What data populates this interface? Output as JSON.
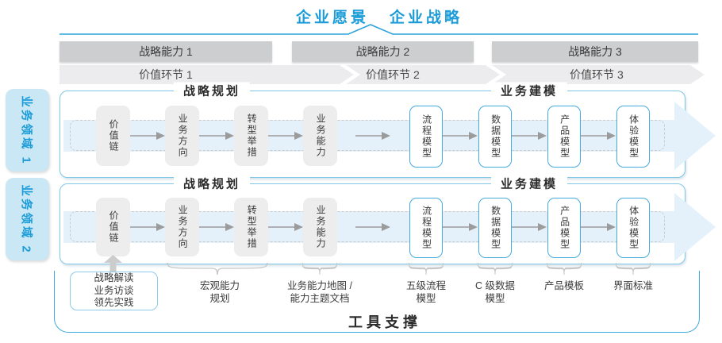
{
  "header": {
    "vision": "企业愿景",
    "strategy": "企业战略"
  },
  "capability_bars": [
    "战略能力 1",
    "战略能力 2",
    "战略能力 3"
  ],
  "value_chain": [
    "价值环节 1",
    "价值环节 2",
    "价值环节 3"
  ],
  "domain_labels": [
    "业务领域 1",
    "业务领域 2"
  ],
  "section_titles": {
    "planning": "战略规划",
    "modeling": "业务建模"
  },
  "planning_boxes": [
    "价值链",
    "业务方向",
    "转型举措",
    "业务能力"
  ],
  "modeling_boxes": [
    "流程模型",
    "数据模型",
    "产品模型",
    "体验模型"
  ],
  "practice_box_lines": [
    "战略解读",
    "业务访谈",
    "领先实践"
  ],
  "notes": [
    [
      "宏观能力",
      "规划"
    ],
    [
      "业务能力地图 /",
      "能力主题文档"
    ],
    [
      "五级流程",
      "模型"
    ],
    [
      "C 级数据",
      "模型"
    ],
    [
      "产品模板"
    ],
    [
      "界面标准"
    ]
  ],
  "tools_label": "工具支撑",
  "colors": {
    "accent_blue": "#1b9cd8",
    "pill_fill": "#c9e7f5",
    "flow_arrow_fill": "#e4f1fa",
    "bar_gray": "#cdced0",
    "chevron_gray": "#ececee",
    "box_gray": "#ededee",
    "box_border_blue": "#47abdd",
    "container_border": "#82c7e6",
    "tools_border": "#3fa9dc"
  }
}
